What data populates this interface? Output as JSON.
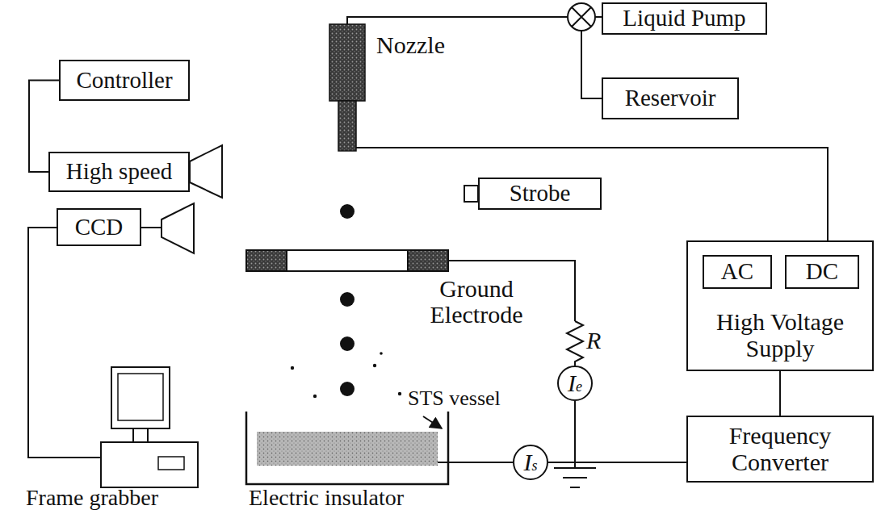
{
  "diagram": {
    "nodes": [
      {
        "text": [
          "Controller"
        ]
      },
      {
        "text": [
          "Liquid Pump"
        ]
      },
      {
        "text": [
          "Reservoir"
        ]
      },
      {
        "text": [
          "High speed"
        ]
      },
      {
        "text": [
          "Strobe"
        ]
      },
      {
        "text": [
          "CCD"
        ]
      },
      {
        "text": [
          "High Voltage Supply"
        ]
      },
      {
        "text": [
          "AC"
        ],
        "in": 6
      },
      {
        "text": [
          "DC"
        ],
        "in": 6
      },
      {
        "text": [
          "Ie"
        ]
      },
      {
        "text": [
          "Is"
        ]
      },
      {
        "text": [
          "Frequency Converter"
        ]
      }
    ],
    "edges": [
      {
        "from": 0,
        "to": 3,
        "arrow": "none"
      },
      {
        "from": 6,
        "to": 11,
        "arrow": "none"
      },
      {
        "from": 10,
        "to": 11,
        "arrow": "none"
      }
    ],
    "labels": [
      "Nozzle",
      "Ground Electrode",
      "R",
      "STS vessel",
      "Frame grabber",
      "Electric insulator"
    ]
  }
}
